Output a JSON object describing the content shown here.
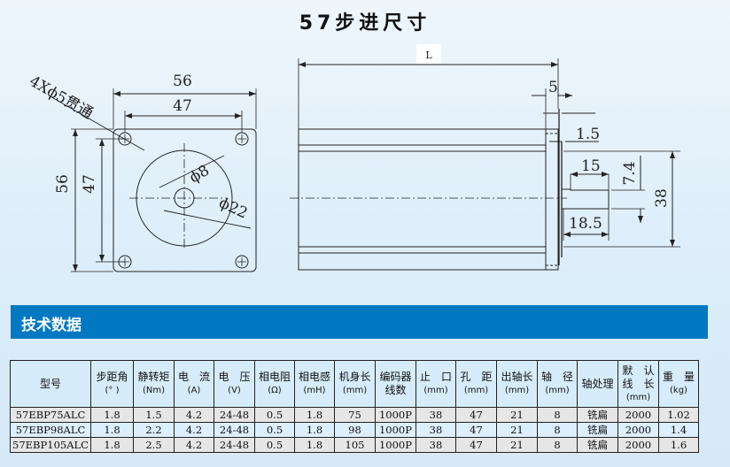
{
  "title": "57步进尺寸",
  "drawing": {
    "front": {
      "width": "56",
      "hole_pitch": "47",
      "height": "56",
      "hole_pitch_v": "47",
      "holes": "4Xϕ5贯通",
      "shaft_dia": "ϕ8",
      "boss_dia": "ϕ22"
    },
    "side": {
      "length": "L",
      "flange": "5",
      "plate": "1.5",
      "flat_len": "15",
      "flat_depth": "7.4",
      "shaft_len": "18.5",
      "boss": "38"
    }
  },
  "section_title": "技术数据",
  "table": {
    "headers": [
      {
        "l1": "型号",
        "l2": ""
      },
      {
        "l1": "步距角",
        "l2": "(° )"
      },
      {
        "l1": "静转矩",
        "l2": "(Nm)"
      },
      {
        "l1": "电　流",
        "l2": "(A)"
      },
      {
        "l1": "电　压",
        "l2": "(V)"
      },
      {
        "l1": "相电阻",
        "l2": "(Ω)"
      },
      {
        "l1": "相电感",
        "l2": "(mH)"
      },
      {
        "l1": "机身长",
        "l2": "(mm)"
      },
      {
        "l1": "编码器",
        "l2": "线数"
      },
      {
        "l1": "止　口",
        "l2": "(mm)"
      },
      {
        "l1": "孔　距",
        "l2": "(mm)"
      },
      {
        "l1": "出轴长",
        "l2": "(mm)"
      },
      {
        "l1": "轴　径",
        "l2": "(mm)"
      },
      {
        "l1": "轴处理",
        "l2": ""
      },
      {
        "l1": "默　认",
        "l2": "线　长",
        "l3": "(mm)"
      },
      {
        "l1": "重　量",
        "l2": "(kg)"
      }
    ],
    "rows": [
      [
        "57EBP75ALC",
        "1.8",
        "1.5",
        "4.2",
        "24-48",
        "0.5",
        "1.8",
        "75",
        "1000P",
        "38",
        "47",
        "21",
        "8",
        "铣扁",
        "2000",
        "1.02"
      ],
      [
        "57EBP98ALC",
        "1.8",
        "2.2",
        "4.2",
        "24-48",
        "0.5",
        "1.8",
        "98",
        "1000P",
        "38",
        "47",
        "21",
        "8",
        "铣扁",
        "2000",
        "1.4"
      ],
      [
        "57EBP105ALC",
        "1.8",
        "2.5",
        "4.2",
        "24-48",
        "0.5",
        "1.8",
        "105",
        "1000P",
        "38",
        "47",
        "21",
        "8",
        "铣扁",
        "2000",
        "1.6"
      ]
    ]
  }
}
